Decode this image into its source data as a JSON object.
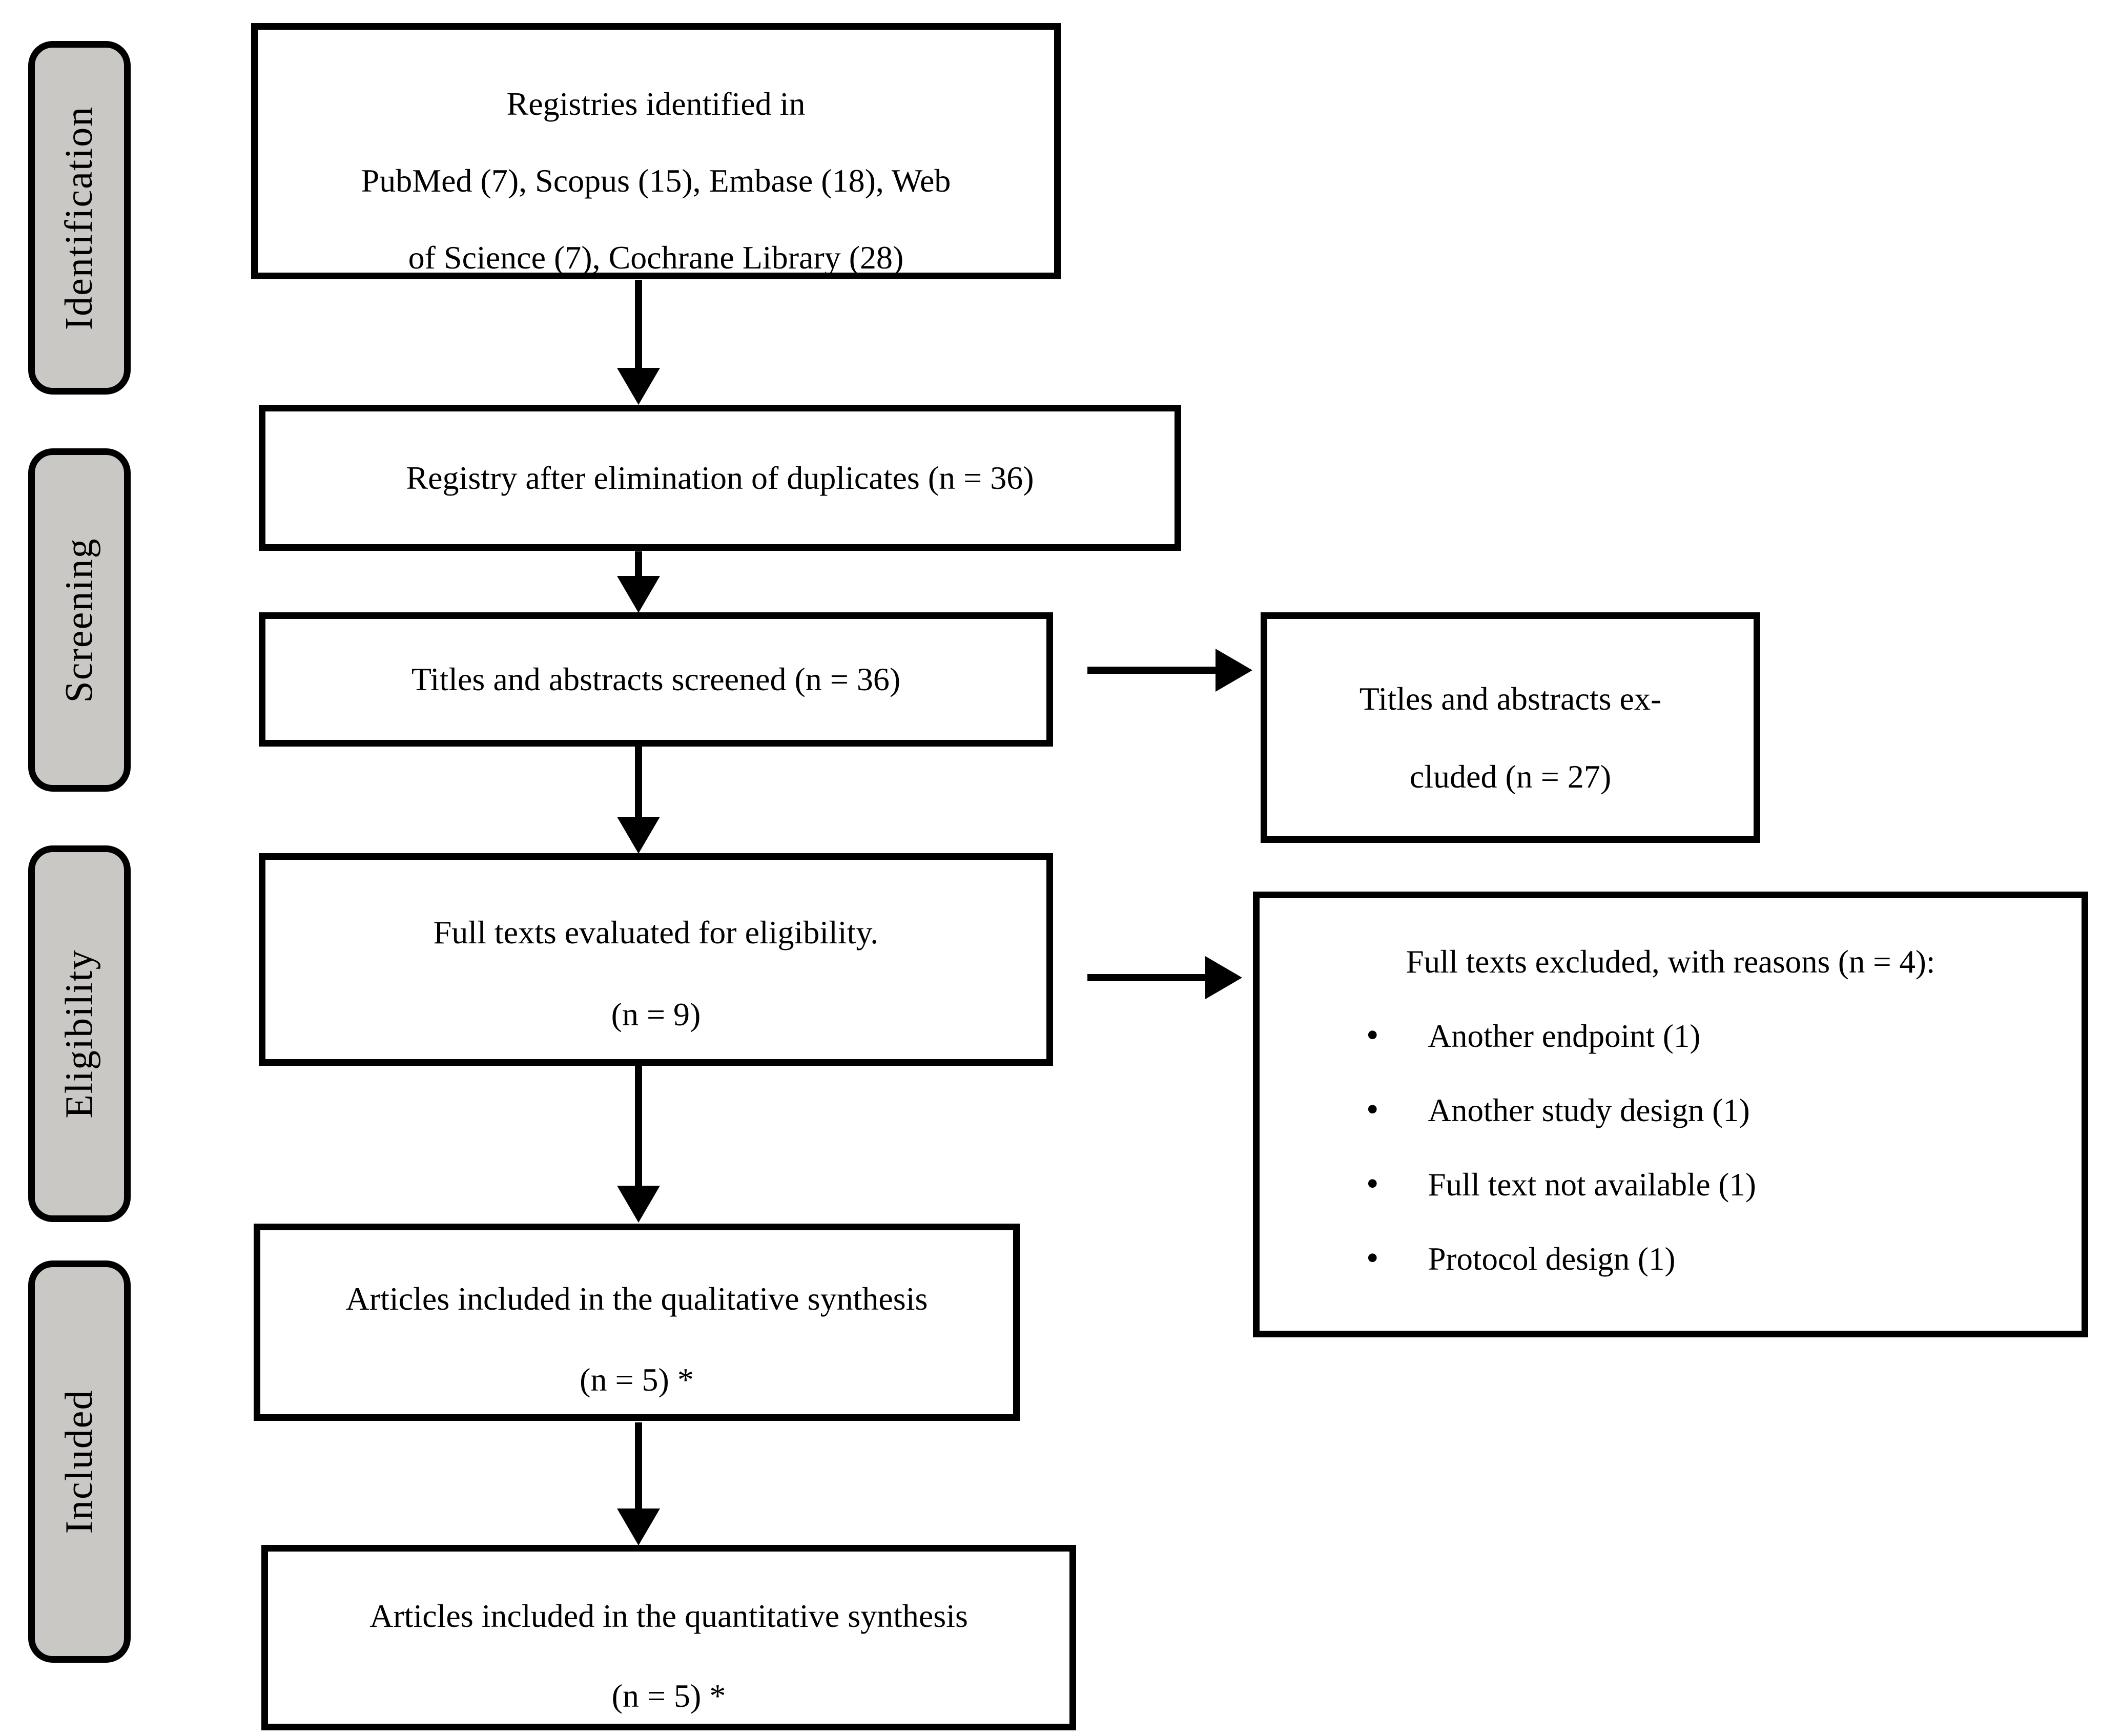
{
  "diagram": {
    "colors": {
      "ink": "#000000",
      "paper": "#ffffff",
      "stage_fill": "#c9c8c5"
    },
    "stages": [
      {
        "label": "Identification"
      },
      {
        "label": "Screening"
      },
      {
        "label": "Eligibility"
      },
      {
        "label": "Included"
      }
    ],
    "boxes": {
      "registries": {
        "lines": [
          "Registries identified in",
          "PubMed (7), Scopus (15), Embase (18), Web",
          "of Science (7), Cochrane Library (28)"
        ]
      },
      "deduplicated": {
        "lines": [
          "Registry after elimination of duplicates (n = 36)"
        ]
      },
      "screened": {
        "lines": [
          "Titles and abstracts screened (n = 36)"
        ]
      },
      "fulltext_eligibility": {
        "lines": [
          "Full texts evaluated for eligibility.",
          "(n = 9)"
        ]
      },
      "qualitative": {
        "lines": [
          "Articles included in the qualitative synthesis",
          "(n = 5) *"
        ]
      },
      "quantitative": {
        "lines": [
          "Articles included in the quantitative synthesis",
          "(n = 5) *"
        ]
      },
      "abstracts_excluded": {
        "lines": [
          "Titles and abstracts ex-",
          "cluded (n = 27)"
        ]
      },
      "fulltext_excluded": {
        "title": "Full texts excluded, with reasons (n = 4):",
        "bullet_char": "•",
        "items": [
          "Another endpoint (1)",
          "Another study design (1)",
          "Full text not available (1)",
          "Protocol design (1)"
        ]
      }
    }
  }
}
